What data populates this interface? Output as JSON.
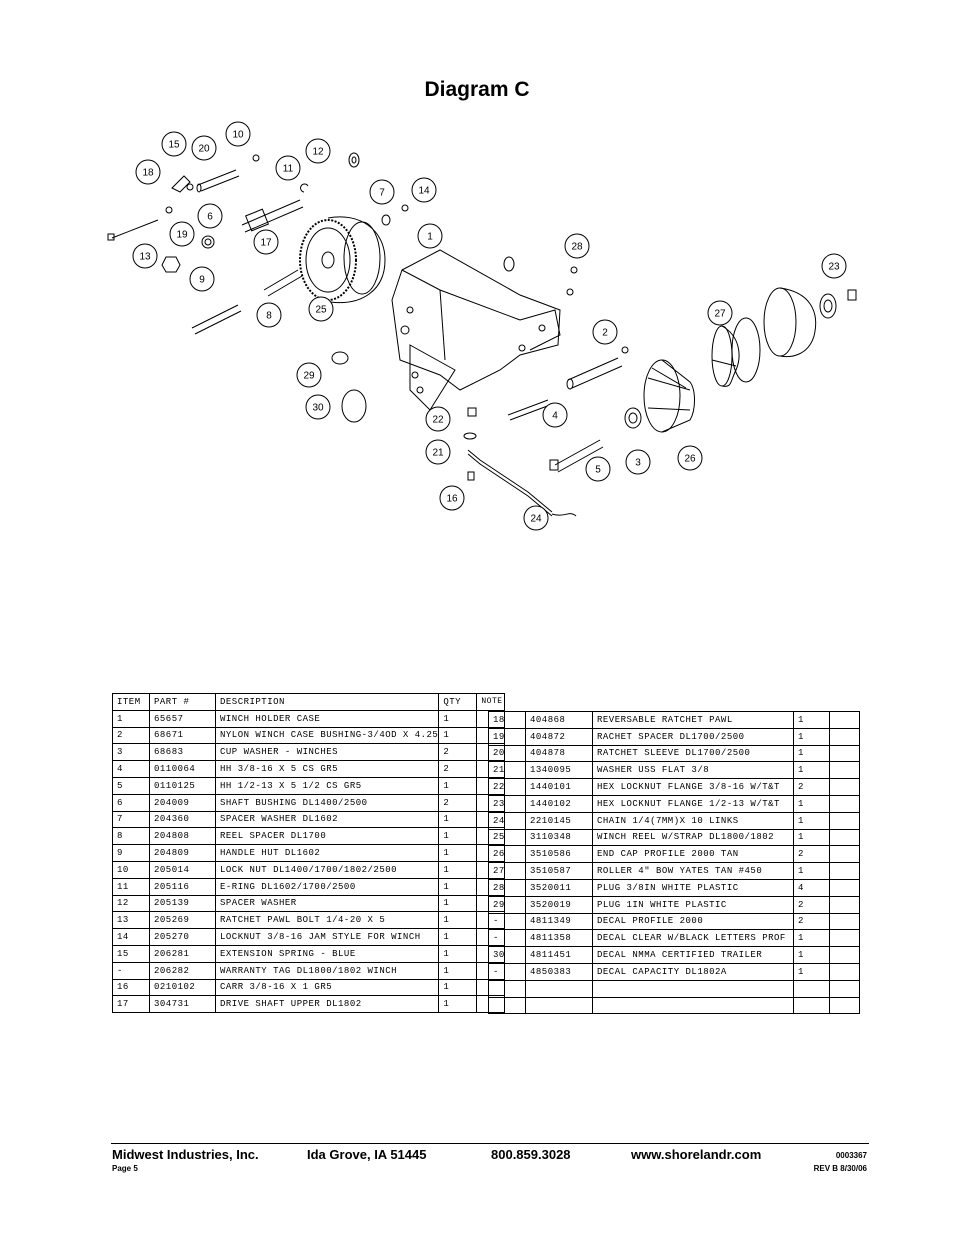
{
  "page": {
    "title": "Diagram C"
  },
  "diagram": {
    "callouts": [
      "15",
      "20",
      "10",
      "12",
      "18",
      "11",
      "7",
      "14",
      "6",
      "19",
      "13",
      "17",
      "1",
      "28",
      "9",
      "25",
      "8",
      "23",
      "27",
      "2",
      "29",
      "30",
      "22",
      "4",
      "21",
      "3",
      "26",
      "5",
      "16",
      "24"
    ]
  },
  "parts_table": {
    "headers": {
      "item": "ITEM",
      "part": "PART #",
      "description": "DESCRIPTION",
      "qty": "QTY",
      "note": "NOTE"
    },
    "left_rows": [
      {
        "item": "1",
        "part": "65657",
        "description": "WINCH HOLDER CASE",
        "qty": "1",
        "note": ""
      },
      {
        "item": "2",
        "part": "68671",
        "description": "NYLON WINCH CASE BUSHING-3/4OD X 4.25",
        "qty": "1",
        "note": ""
      },
      {
        "item": "3",
        "part": "68683",
        "description": "CUP WASHER - WINCHES",
        "qty": "2",
        "note": ""
      },
      {
        "item": "4",
        "part": "0110064",
        "description": "HH 3/8-16 X 5 CS GR5",
        "qty": "2",
        "note": ""
      },
      {
        "item": "5",
        "part": "0110125",
        "description": "HH 1/2-13 X 5 1/2 CS GR5",
        "qty": "1",
        "note": ""
      },
      {
        "item": "6",
        "part": "204009",
        "description": "SHAFT BUSHING  DL1400/2500",
        "qty": "2",
        "note": ""
      },
      {
        "item": "7",
        "part": "204360",
        "description": "SPACER WASHER  DL1602",
        "qty": "1",
        "note": ""
      },
      {
        "item": "8",
        "part": "204808",
        "description": "REEL SPACER  DL1700",
        "qty": "1",
        "note": ""
      },
      {
        "item": "9",
        "part": "204809",
        "description": "HANDLE HUT  DL1602",
        "qty": "1",
        "note": ""
      },
      {
        "item": "10",
        "part": "205014",
        "description": "LOCK NUT  DL1400/1700/1802/2500",
        "qty": "1",
        "note": ""
      },
      {
        "item": "11",
        "part": "205116",
        "description": "E-RING DL1602/1700/2500",
        "qty": "1",
        "note": ""
      },
      {
        "item": "12",
        "part": "205139",
        "description": "SPACER WASHER",
        "qty": "1",
        "note": ""
      },
      {
        "item": "13",
        "part": "205269",
        "description": "RATCHET PAWL BOLT 1/4-20 X 5",
        "qty": "1",
        "note": ""
      },
      {
        "item": "14",
        "part": "205270",
        "description": "LOCKNUT 3/8-16 JAM STYLE FOR WINCH",
        "qty": "1",
        "note": ""
      },
      {
        "item": "15",
        "part": "206281",
        "description": "EXTENSION SPRING - BLUE",
        "qty": "1",
        "note": ""
      },
      {
        "item": "-",
        "part": "206282",
        "description": "WARRANTY TAG DL1800/1802 WINCH",
        "qty": "1",
        "note": ""
      },
      {
        "item": "16",
        "part": "0210102",
        "description": "CARR 3/8-16 X 1 GR5",
        "qty": "1",
        "note": ""
      },
      {
        "item": "17",
        "part": "304731",
        "description": "DRIVE SHAFT UPPER  DL1802",
        "qty": "1",
        "note": ""
      }
    ],
    "right_rows": [
      {
        "item": "18",
        "part": "404868",
        "description": "REVERSABLE RATCHET PAWL",
        "qty": "1",
        "note": ""
      },
      {
        "item": "19",
        "part": "404872",
        "description": "RACHET SPACER  DL1700/2500",
        "qty": "1",
        "note": ""
      },
      {
        "item": "20",
        "part": "404878",
        "description": "RATCHET SLEEVE  DL1700/2500",
        "qty": "1",
        "note": ""
      },
      {
        "item": "21",
        "part": "1340095",
        "description": "WASHER USS FLAT 3/8",
        "qty": "1",
        "note": ""
      },
      {
        "item": "22",
        "part": "1440101",
        "description": "HEX LOCKNUT FLANGE 3/8-16 W/T&T",
        "qty": "2",
        "note": ""
      },
      {
        "item": "23",
        "part": "1440102",
        "description": "HEX LOCKNUT FLANGE 1/2-13 W/T&T",
        "qty": "1",
        "note": ""
      },
      {
        "item": "24",
        "part": "2210145",
        "description": "CHAIN 1/4(7MM)X 10 LINKS",
        "qty": "1",
        "note": ""
      },
      {
        "item": "25",
        "part": "3110348",
        "description": "WINCH REEL W/STRAP  DL1800/1802",
        "qty": "1",
        "note": ""
      },
      {
        "item": "26",
        "part": "3510586",
        "description": "END CAP PROFILE 2000 TAN",
        "qty": "2",
        "note": ""
      },
      {
        "item": "27",
        "part": "3510587",
        "description": "ROLLER 4\" BOW YATES TAN #450",
        "qty": "1",
        "note": ""
      },
      {
        "item": "28",
        "part": "3520011",
        "description": "PLUG  3/8IN WHITE PLASTIC",
        "qty": "4",
        "note": ""
      },
      {
        "item": "29",
        "part": "3520019",
        "description": "PLUG  1IN WHITE PLASTIC",
        "qty": "2",
        "note": ""
      },
      {
        "item": "-",
        "part": "4811349",
        "description": "DECAL PROFILE 2000",
        "qty": "2",
        "note": ""
      },
      {
        "item": "-",
        "part": "4811358",
        "description": "DECAL CLEAR W/BLACK LETTERS PROF",
        "qty": "1",
        "note": ""
      },
      {
        "item": "30",
        "part": "4811451",
        "description": " DECAL NMMA CERTIFIED TRAILER",
        "qty": "1",
        "note": ""
      },
      {
        "item": "-",
        "part": "4850383",
        "description": "DECAL CAPACITY DL1802A",
        "qty": "1",
        "note": ""
      },
      {
        "item": "",
        "part": "",
        "description": "",
        "qty": "",
        "note": ""
      },
      {
        "item": "",
        "part": "",
        "description": "",
        "qty": "",
        "note": ""
      }
    ]
  },
  "footer": {
    "company": "Midwest Industries, Inc.",
    "city": "Ida Grove, IA  51445",
    "phone": "800.859.3028",
    "website": "www.shorelandr.com",
    "doc_number": "0003367",
    "page": "Page 5",
    "revision": "REV B  8/30/06"
  }
}
